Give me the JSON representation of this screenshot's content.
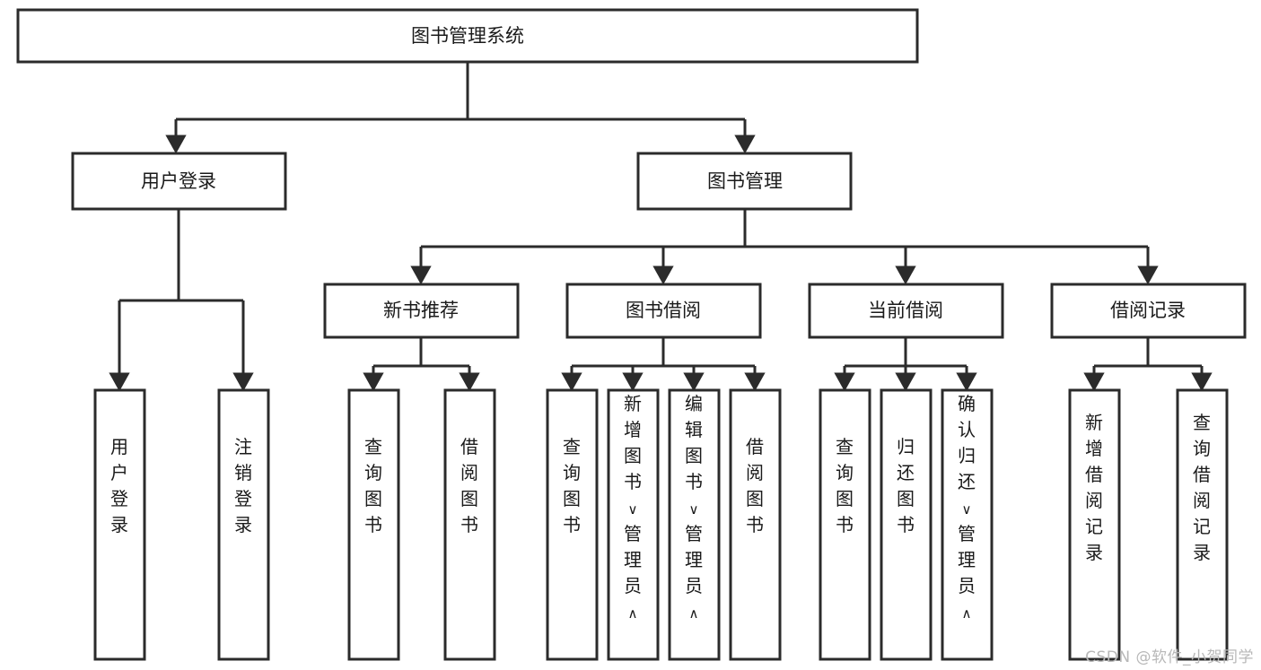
{
  "diagram": {
    "type": "tree",
    "title": "图书管理系统",
    "watermark": "CSDN @软件_小贺同学",
    "colors": {
      "box_stroke": "#2b2b2b",
      "box_fill": "#ffffff",
      "text": "#1a1a1a",
      "background": "#ffffff",
      "watermark": "#b8b8b8"
    },
    "root": {
      "label": "图书管理系统"
    },
    "level2": [
      {
        "label": "用户登录"
      },
      {
        "label": "图书管理"
      }
    ],
    "level3": [
      {
        "label": "新书推荐"
      },
      {
        "label": "图书借阅"
      },
      {
        "label": "当前借阅"
      },
      {
        "label": "借阅记录"
      }
    ],
    "leaves": {
      "user_login": [
        {
          "label": "用户登录"
        },
        {
          "label": "注销登录"
        }
      ],
      "new_book_recommend": [
        {
          "label": "查询图书"
        },
        {
          "label": "借阅图书"
        }
      ],
      "book_borrow": [
        {
          "label": "查询图书"
        },
        {
          "label": "新增图书（管理员）"
        },
        {
          "label": "编辑图书（管理员）"
        },
        {
          "label": "借阅图书"
        }
      ],
      "current_borrow": [
        {
          "label": "查询图书"
        },
        {
          "label": "归还图书"
        },
        {
          "label": "确认归还（管理员）"
        }
      ],
      "borrow_record": [
        {
          "label": "新增借阅记录"
        },
        {
          "label": "查询借阅记录"
        }
      ]
    }
  }
}
